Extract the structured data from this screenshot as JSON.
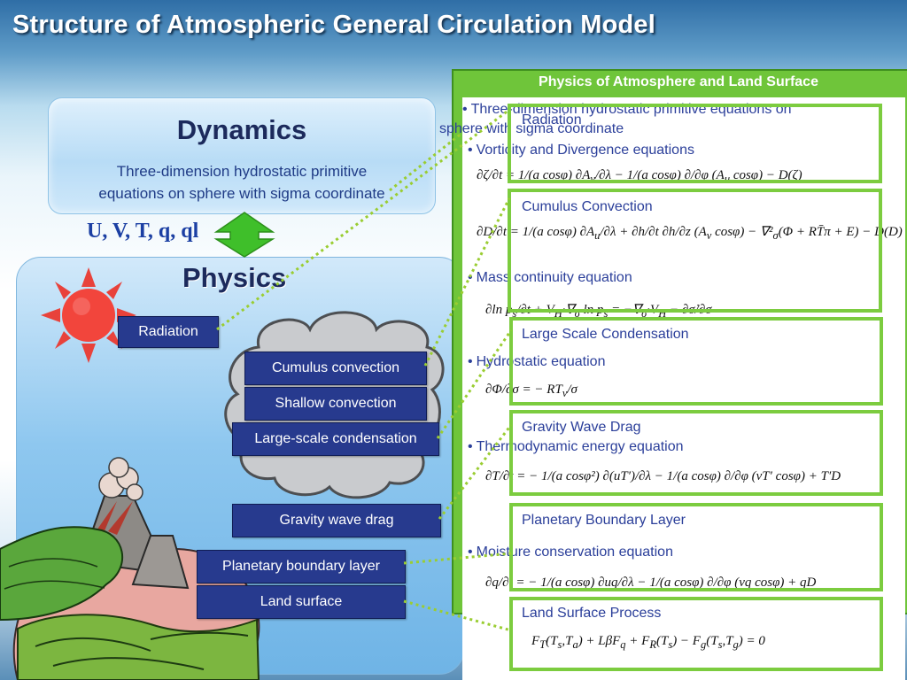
{
  "title": "Structure of Atmospheric General Circulation Model",
  "dynamics": {
    "title": "Dynamics",
    "description_line1": "Three-dimension hydrostatic primitive",
    "description_line2": "equations on sphere with sigma coordinate"
  },
  "variables": "U, V, T, q, ql",
  "physics": {
    "title": "Physics",
    "items": {
      "radiation": "Radiation",
      "cumulus": "Cumulus convection",
      "shallow": "Shallow convection",
      "large_scale": "Large-scale condensation",
      "gravity_wave": "Gravity wave drag",
      "pbl": "Planetary boundary layer",
      "land": "Land surface"
    }
  },
  "panel": {
    "header": "Physics of Atmosphere and Land Surface",
    "eq_intro_line1": "Three-dimension hydrostatic primitive equations on",
    "eq_intro_line2": "sphere with sigma coordinate",
    "eq_vorticity": "Vorticity and Divergence equations",
    "eq_mass": "Mass continuity equation",
    "eq_hydrostatic": "Hydrostatic equation",
    "eq_thermo": "Thermodynamic energy equation",
    "eq_moisture": "Moisture conservation equation",
    "boxes": {
      "radiation": "Radiation",
      "cumulus": "Cumulus Convection",
      "large_scale": "Large Scale Condensation",
      "gravity_wave": "Gravity Wave Drag",
      "pbl": "Planetary Boundary Layer",
      "land": "Land Surface Process"
    }
  },
  "colors": {
    "physics_button": "#273a8e",
    "green_frame": "#7ccc3f",
    "connector": "#9acd32",
    "equation_text": "#2b3f9a",
    "arrow_green": "#3fbf2a"
  },
  "icons": [
    "sun-icon",
    "cloud-icon",
    "volcano-island-icon",
    "double-arrow-icon"
  ]
}
